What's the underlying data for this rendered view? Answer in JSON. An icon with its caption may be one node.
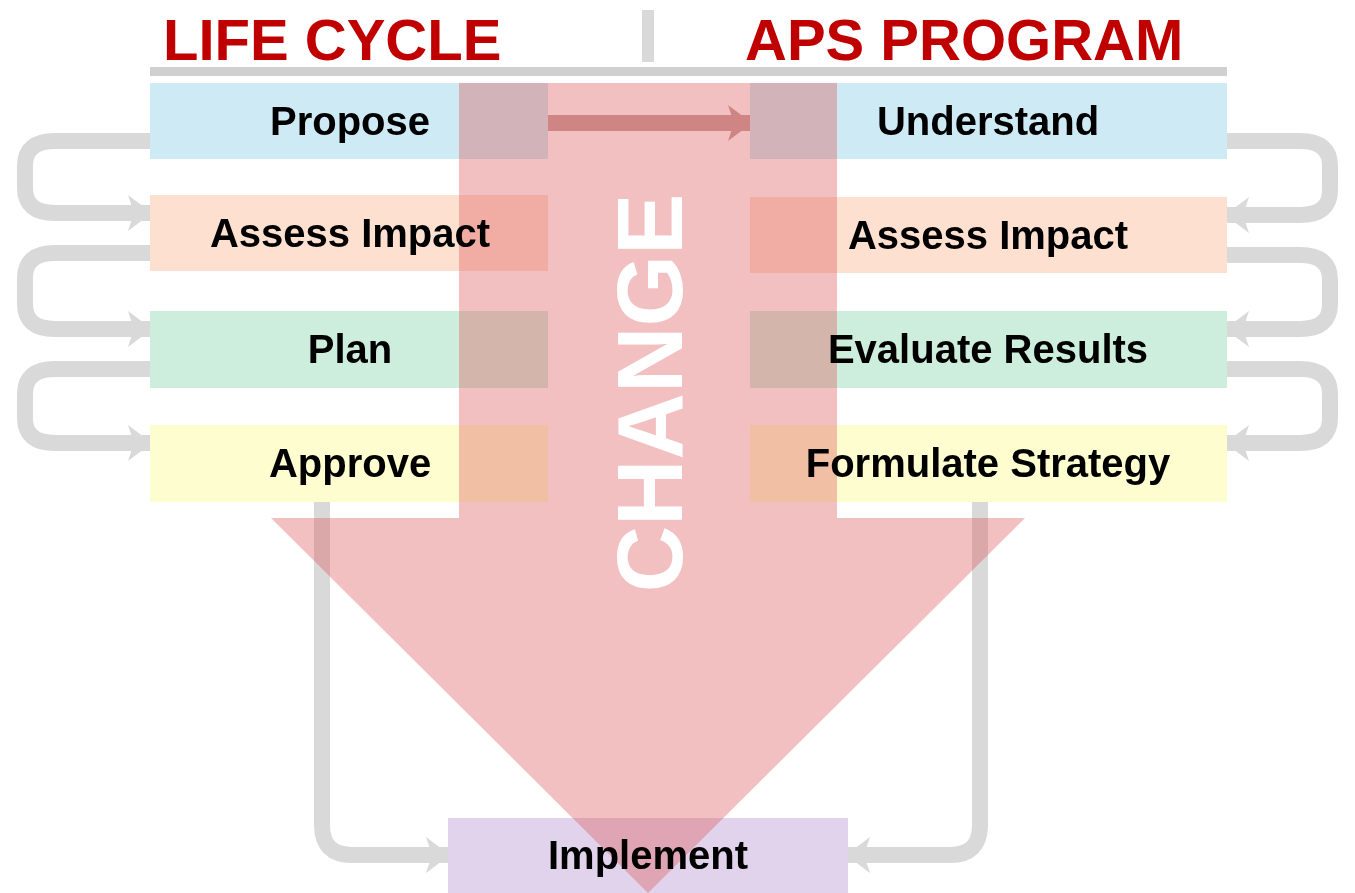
{
  "diagram": {
    "nodes": [
      {
        "text": [
          "Propose"
        ]
      },
      {
        "text": [
          "Assess Impact"
        ]
      },
      {
        "text": [
          "Plan"
        ]
      },
      {
        "text": [
          "Approve"
        ]
      },
      {
        "text": [
          "Understand"
        ]
      },
      {
        "text": [
          "Assess Impact"
        ]
      },
      {
        "text": [
          "Evaluate Results"
        ]
      },
      {
        "text": [
          "Formulate Strategy"
        ]
      },
      {
        "text": [
          "Implement"
        ]
      }
    ],
    "edges": [
      {
        "from": 0,
        "to": 1,
        "arrow": "to"
      },
      {
        "from": 1,
        "to": 2,
        "arrow": "to"
      },
      {
        "from": 2,
        "to": 3,
        "arrow": "to"
      },
      {
        "from": 4,
        "to": 5,
        "arrow": "to"
      },
      {
        "from": 5,
        "to": 6,
        "arrow": "to"
      },
      {
        "from": 6,
        "to": 7,
        "arrow": "to"
      },
      {
        "from": 3,
        "to": 8,
        "arrow": "to"
      },
      {
        "from": 7,
        "to": 8,
        "arrow": "to"
      },
      {
        "from": 0,
        "to": 4,
        "arrow": "to",
        "color": "#c9a0a0"
      },
      {
        "from": null,
        "to": 8,
        "arrow": "to",
        "label": "CHANGE",
        "style": "thick",
        "color": "#de5a5a"
      }
    ],
    "labels": [
      "LIFE CYCLE",
      "APS PROGRAM"
    ]
  }
}
